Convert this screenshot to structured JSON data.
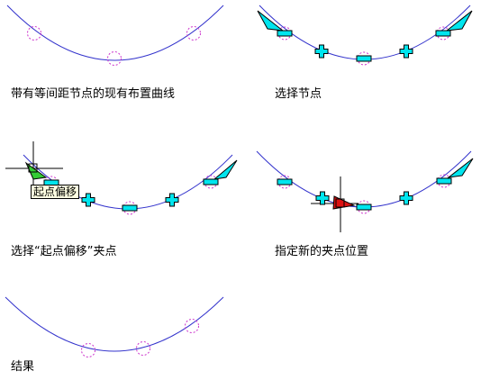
{
  "colors": {
    "curve": "#3333cc",
    "node_circle": "#cc33cc",
    "grip": "#00e5ee",
    "grip_stroke": "#000000",
    "crosshair": "#000000",
    "start_grip_active": "#33cc33",
    "end_grip_active": "#dd1111",
    "tooltip_bg": "#ffffe1"
  },
  "panels": [
    {
      "id": "existing",
      "caption": "带有等间距节点的现有布置曲线"
    },
    {
      "id": "select",
      "caption": "选择节点"
    },
    {
      "id": "start-offset",
      "caption": "选择“起点偏移”夹点",
      "tooltip": "起点偏移"
    },
    {
      "id": "new-location",
      "caption": "指定新的夹点位置"
    },
    {
      "id": "result",
      "caption": "结果"
    }
  ]
}
